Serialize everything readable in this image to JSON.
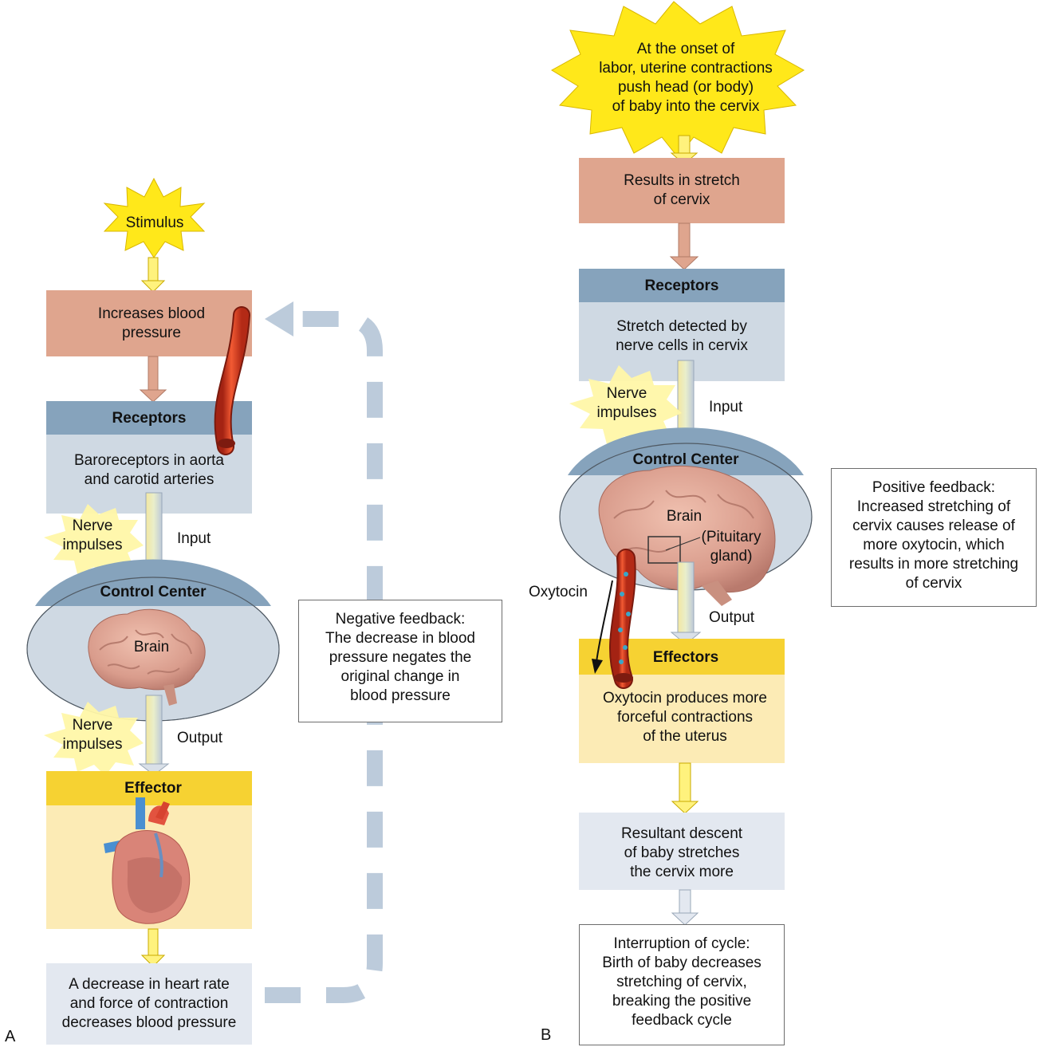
{
  "panel_a": {
    "letter": "A",
    "stimulus": "Stimulus",
    "step1": "Increases blood\npressure",
    "receptors": {
      "title": "Receptors",
      "body": "Baroreceptors in aorta\nand carotid arteries"
    },
    "nerve_impulses_1": "Nerve\nimpulses",
    "input": "Input",
    "control_center": {
      "title": "Control Center",
      "organ": "Brain"
    },
    "nerve_impulses_2": "Nerve\nimpulses",
    "output": "Output",
    "effector": {
      "title": "Effector"
    },
    "result": "A decrease in heart rate\nand force of contraction\ndecreases blood pressure",
    "feedback_note": "Negative feedback:\nThe decrease in blood\npressure negates the\noriginal change in\nblood pressure"
  },
  "panel_b": {
    "letter": "B",
    "stimulus": "At the onset of\nlabor, uterine contractions\npush head (or body)\nof baby into the cervix",
    "step1": "Results in stretch\nof cervix",
    "receptors": {
      "title": "Receptors",
      "body": "Stretch detected by\nnerve cells in cervix"
    },
    "nerve_impulses": "Nerve\nimpulses",
    "input": "Input",
    "control_center": {
      "title": "Control Center",
      "organ": "Brain",
      "gland": "(Pituitary\ngland)"
    },
    "hormone": "Oxytocin",
    "output": "Output",
    "effectors": {
      "title": "Effectors",
      "body": "Oxytocin produces more\nforceful contractions\nof the uterus"
    },
    "result": "Resultant descent\nof baby stretches\nthe cervix more",
    "interruption": "Interruption of cycle:\nBirth of baby decreases\nstretching of cervix,\nbreaking the positive\nfeedback cycle",
    "feedback_note": "Positive feedback:\nIncreased stretching of\ncervix causes release of\nmore oxytocin, which\nresults in more stretching\nof cervix"
  },
  "colors": {
    "starburst": "#ffe81a",
    "salmon": "#dfa58e",
    "receptor_header": "#86a3bc",
    "receptor_body": "#cfd9e3",
    "effector_header": "#f6d232",
    "effector_body": "#fcebb5",
    "result_box": "#e3e8f0",
    "feedback_dash": "#bccbdb"
  }
}
